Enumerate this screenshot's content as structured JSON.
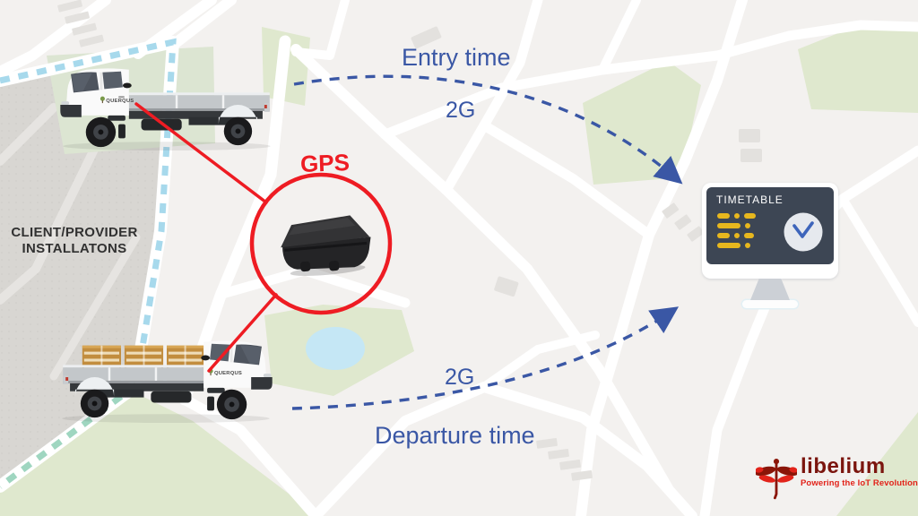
{
  "colors": {
    "blue": "#3a57a5",
    "red": "#ee1c23",
    "yellow": "#e7b71e",
    "monitor_dark": "#3d4654",
    "map_base": "#f3f1ef",
    "road_white": "#ffffff",
    "zone_gray": "#d8d6d2",
    "map_green": "#dfe8ce",
    "zone_green": "#dce5d2",
    "water_blue": "#c5e7f5",
    "boundary_blue": "#a7d9ec",
    "boundary_teal": "#9fd6c0",
    "building_gray": "#e3e1de",
    "box_tan": "#c28d3e",
    "libelium_maroon": "#7b150e",
    "libelium_red": "#e2231a"
  },
  "zone_label": {
    "line1": "CLIENT/PROVIDER",
    "line2": "INSTALLATONS"
  },
  "gps": {
    "label": "GPS"
  },
  "entry_flow": {
    "label": "Entry time",
    "network": "2G"
  },
  "departure_flow": {
    "label": "Departure time",
    "network": "2G"
  },
  "monitor": {
    "title": "TIMETABLE"
  },
  "truck": {
    "brand": "QUERQUS"
  },
  "logo": {
    "wordmark": "libelium",
    "tagline": "Powering the IoT Revolution"
  }
}
